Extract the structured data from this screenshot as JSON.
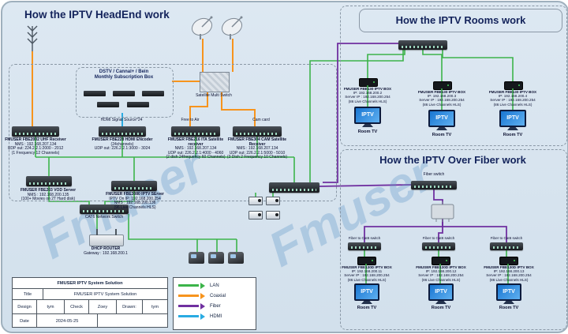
{
  "titles": {
    "headend": "How the IPTV HeadEnd work",
    "rooms": "How the IPTV Rooms work",
    "fiber": "How the IPTV Over Fiber work"
  },
  "watermark": "Fmuser",
  "colors": {
    "lan": "#3cb44a",
    "coaxial": "#f7941d",
    "fiber": "#7030a0",
    "hdmi": "#29abe2"
  },
  "headend": {
    "subscription_title_1": "DSTV / Cannal+ / Bein",
    "subscription_title_2": "Monthly Subscription Box",
    "hdmi_source": "HDMI Signal Source*24",
    "multiswitch": "Satellite Multi Switch",
    "free_to_air": "Free to Air",
    "cam_card": "Cam card",
    "receivers": [
      {
        "l1": "FMUSER FBE2002 UHF Receiver",
        "l2": "NMS : 192.168.207.134",
        "l3": "UDP out: 224.2.2.1:2000 - 2012",
        "l4": "(1 Frequency 12 Channels)"
      },
      {
        "l1": "FMUSER FBE228 HDMI ENcoder",
        "l2": "(24channels)",
        "l3": "UDP out: 226.2.2.1:3000 - 3024",
        "l4": ""
      },
      {
        "l1": "FMUSER FBE216 ITA Satellite receiver",
        "l2": "NMS : 192.168.207.134",
        "l3": "UDP out: 226.2.2.1:4000 - 4060",
        "l4": "(2 dish 24frequency 60 Channels)"
      },
      {
        "l1": "FMUSER FBE304 CAM Satellite Receiver",
        "l2": "NMS : 192.168.207.134",
        "l3": "UDP out: 226.2.2.1:5000 - 5010",
        "l4": "(3 Dish 2 Frequency 10 Channels)"
      }
    ],
    "vod": {
      "l1": "FMUSER FBE203 VOD Server",
      "l2": "NMS : 192.168.200.135",
      "l3": "(100+ Movies on 2T Hard disk)"
    },
    "server": {
      "l1": "FMUSER FBE3080 IPTV SErver",
      "l2": "IPTV On IP: 192.168.200.254",
      "l3": "NMS : 192.168.200.136",
      "l4": "(96 Live Channels HLS)"
    },
    "cat6": "CAT6 Network Switch",
    "router_l1": "DHCP ROUTER",
    "router_l2": "Gateway : 192.168.200.1"
  },
  "rooms": {
    "room_tv": "Room TV",
    "units": [
      {
        "l1": "FMUSER FBE130 IPTV BOX",
        "l2": "IP: 192.168.200.2",
        "l3": "Server IP : 192.168.200.254",
        "l4": "(86 Live Channels HLS)",
        "tv": "IPTV"
      },
      {
        "l1": "FMUSER FBE130 IPTV BOX",
        "l2": "IP: 192.168.200.3",
        "l3": "Server IP : 192.168.200.254",
        "l4": "(86 Live Channels HLS)",
        "tv": "IPTV"
      },
      {
        "l1": "FMUSER FBE130 IPTV BOX",
        "l2": "IP: 192.168.200.4",
        "l3": "Server IP : 192.168.200.254",
        "l4": "(86 Live Channels HLS)",
        "tv": "IPTV"
      }
    ]
  },
  "fiber": {
    "fiber_switch": "Fiber switch",
    "cat6_switch_label": "Fiber to Cat6 switch",
    "room_tv": "Room TV",
    "units": [
      {
        "l1": "FMUSER FBE130D IPTV BOX",
        "l2": "IP: 192.168.200.11",
        "l3": "Server IP : 192.168.200.254",
        "l4": "(86 Live Channels HLS)",
        "tv": "IPTV"
      },
      {
        "l1": "FMUSER FBE130D IPTV BOX",
        "l2": "IP: 192.168.200.12",
        "l3": "Server IP : 192.168.200.254",
        "l4": "(86 Live Channels HLS)",
        "tv": "IPTV"
      },
      {
        "l1": "FMUSER FBE130D IPTV BOX",
        "l2": "IP: 192.168.200.13",
        "l3": "Server IP : 192.168.200.254",
        "l4": "(86 Live Channels HLS)",
        "tv": "IPTV"
      }
    ]
  },
  "legend": {
    "items": [
      {
        "label": "LAN",
        "color": "#3cb44a"
      },
      {
        "label": "Coaxial",
        "color": "#f7941d"
      },
      {
        "label": "Fiber",
        "color": "#7030a0"
      },
      {
        "label": "HDMI",
        "color": "#29abe2"
      }
    ]
  },
  "titleblock": {
    "company": "FMUSER IPTV System  Solution",
    "title_label": "Title",
    "title_value": "FMUSER IPTV System Solution",
    "design_label": "Design",
    "design": "tym",
    "check_label": "Check",
    "check": "Zoey",
    "drawn_label": "Drawn:",
    "drawn": "tym",
    "date_label": "Date",
    "date": "2024-05-25"
  }
}
